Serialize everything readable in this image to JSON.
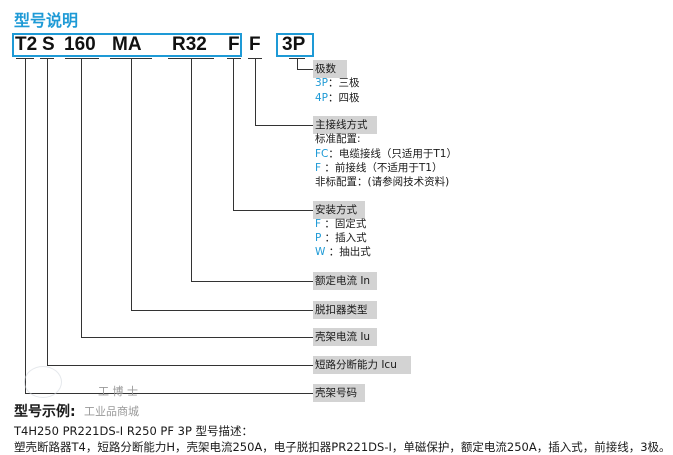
{
  "title": "型号说明",
  "code": {
    "seg1": "T2",
    "seg2": "S",
    "seg3": "160",
    "seg4": "MA",
    "seg5": "R32",
    "seg6": "F",
    "seg7": "F",
    "seg8": "3P"
  },
  "sections": {
    "poles": {
      "label": "极数",
      "options": [
        {
          "key": "3P",
          "text": "：三极"
        },
        {
          "key": "4P",
          "text": "：四极"
        }
      ]
    },
    "terminal": {
      "label": "主接线方式",
      "std_title": "标准配置:",
      "options": [
        {
          "key": "FC",
          "text": "：电缆接线（只适用于T1）"
        },
        {
          "key": "F",
          "text": "  ：前接线（不适用于T1）"
        }
      ],
      "nonstd": "非标配置：(请参阅技术资料)"
    },
    "mounting": {
      "label": "安装方式",
      "options": [
        {
          "key": "F",
          "text": "  ：固定式"
        },
        {
          "key": "P",
          "text": "  ：插入式"
        },
        {
          "key": "W",
          "text": "  ：抽出式"
        }
      ]
    },
    "rated_current": {
      "label": "额定电流 In"
    },
    "release_type": {
      "label": "脱扣器类型"
    },
    "frame_current": {
      "label": "壳架电流 Iu"
    },
    "breaking_capacity": {
      "label": "短路分断能力 Icu"
    },
    "frame_code": {
      "label": "壳架号码"
    }
  },
  "watermark": {
    "brand": "工 博 士",
    "sub": "工业品商城"
  },
  "example": {
    "title": "型号示例:",
    "line1": "T4H250 PR221DS-I R250 PF 3P 型号描述：",
    "line2": "塑壳断路器T4，短路分断能力H，壳架电流250A，电子脱扣器PR221DS-I，单磁保护，额定电流250A，插入式，前接线，3极。"
  },
  "colors": {
    "accent": "#1e9ad6",
    "label_bg": "#d3d3d3"
  }
}
